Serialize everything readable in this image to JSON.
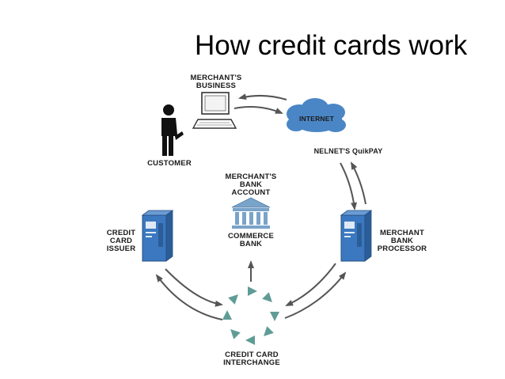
{
  "slide": {
    "title": "How credit cards work"
  },
  "nodes": {
    "merchants_business": {
      "lines": [
        "MERCHANT'S",
        "BUSINESS"
      ]
    },
    "internet": {
      "label": "INTERNET"
    },
    "nelnet": {
      "label": "NELNET'S QuikPAY"
    },
    "customer": {
      "label": "CUSTOMER"
    },
    "merchants_bank_account": {
      "lines": [
        "MERCHANT'S",
        "BANK",
        "ACCOUNT"
      ]
    },
    "commerce_bank": {
      "lines": [
        "COMMERCE",
        "BANK"
      ]
    },
    "credit_card_issuer": {
      "lines": [
        "CREDIT",
        "CARD",
        "ISSUER"
      ]
    },
    "merchant_bank_processor": {
      "lines": [
        "MERCHANT",
        "BANK",
        "PROCESSOR"
      ]
    },
    "credit_card_interchange": {
      "lines": [
        "CREDIT CARD",
        "INTERCHANGE"
      ]
    }
  },
  "colors": {
    "arrow": "#555555",
    "cloud": "#4a86c5",
    "atm": "#3c78c0",
    "bank_building": "#7aa3c9",
    "interchange_arrows": "#5f9c96",
    "person": "#111111"
  }
}
